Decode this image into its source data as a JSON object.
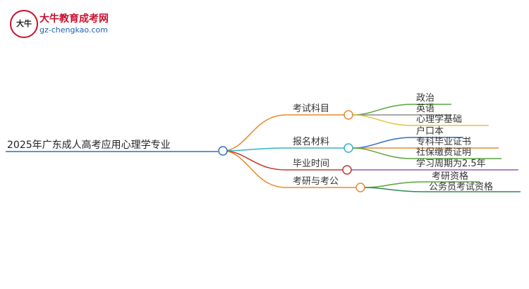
{
  "logo": {
    "mark": "大牛",
    "title": "大牛教育成考网",
    "url": "gz-chengkao.com"
  },
  "mindmap": {
    "root": "2025年广东成人高考应用心理学专业",
    "branches": [
      {
        "label": "考试科目",
        "color": "#e8892e",
        "children": [
          {
            "label": "政治",
            "color": "#5aa53c"
          },
          {
            "label": "英语",
            "color": "#8c8c8c"
          },
          {
            "label": "心理学基础",
            "color": "#e8c23a"
          }
        ]
      },
      {
        "label": "报名材料",
        "color": "#35b3c7",
        "children": [
          {
            "label": "户口本",
            "color": "#2e6fbf"
          },
          {
            "label": "专科毕业证书",
            "color": "#e8892e"
          },
          {
            "label": "社保缴费证明",
            "color": "#5aa53c"
          }
        ]
      },
      {
        "label": "毕业时间",
        "color": "#c0392b",
        "children": [
          {
            "label": "学习周期为2.5年",
            "color": "#9b59b6"
          }
        ]
      },
      {
        "label": "考研与考公",
        "color": "#e8892e",
        "children": [
          {
            "label": "考研资格",
            "color": "#5aa53c"
          },
          {
            "label": "公务员考试资格",
            "color": "#2e8b57"
          }
        ]
      }
    ]
  }
}
